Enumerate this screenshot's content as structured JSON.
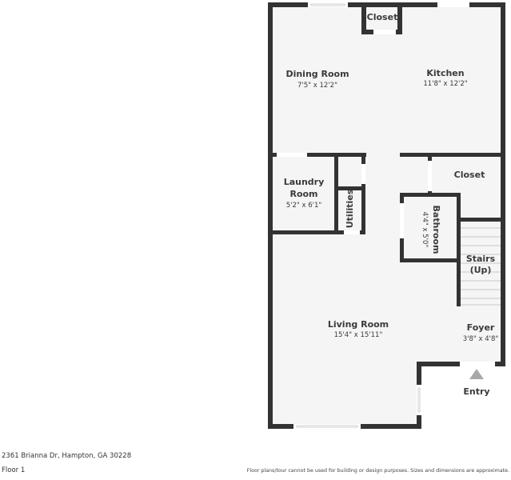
{
  "property": {
    "address": "2361 Brianna Dr, Hampton, GA 30228",
    "floor": "Floor 1",
    "disclaimer": "Floor plans/tour cannot be used for building or design purposes. Sizes and dimensions are approximate."
  },
  "colors": {
    "wall": "#333333",
    "floor": "#f5f5f5",
    "window": "#ffffff",
    "entry_arrow": "#a8a8a8",
    "text": "#3a3a3a"
  },
  "rooms": {
    "closet_top": {
      "label": "Closet"
    },
    "dining": {
      "label": "Dining Room",
      "dims": "7'5\" x 12'2\""
    },
    "kitchen": {
      "label": "Kitchen",
      "dims": "11'8\" x 12'2\""
    },
    "laundry": {
      "label_line1": "Laundry",
      "label_line2": "Room",
      "dims": "5'2\" x 6'1\""
    },
    "utilities": {
      "label": "Utilities"
    },
    "closet_right": {
      "label": "Closet"
    },
    "bathroom": {
      "label": "Bathroom",
      "dims": "4'4\" x 5'0\""
    },
    "stairs": {
      "label_line1": "Stairs",
      "label_line2": "(Up)"
    },
    "living": {
      "label": "Living Room",
      "dims": "15'4\" x 15'11\""
    },
    "foyer": {
      "label": "Foyer",
      "dims": "3'8\" x 4'8\""
    },
    "entry": {
      "label": "Entry"
    }
  }
}
